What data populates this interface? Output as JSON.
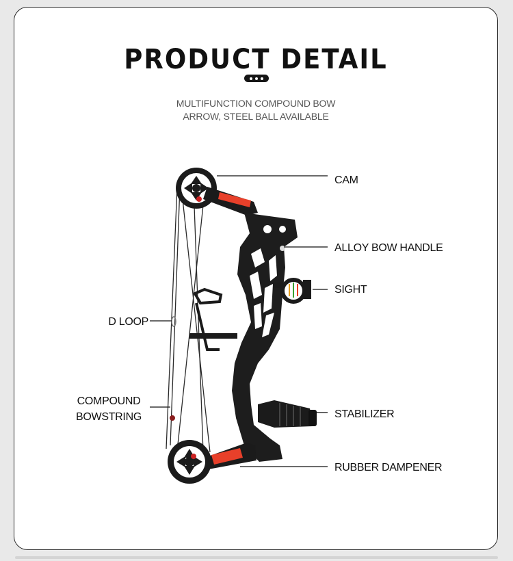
{
  "header": {
    "title": "PRODUCT DETAIL",
    "subtitle_line1": "MULTIFUNCTION COMPOUND BOW",
    "subtitle_line2": "ARROW, STEEL BALL AVAILABLE"
  },
  "callouts": {
    "cam": "CAM",
    "handle": "ALLOY BOW HANDLE",
    "sight": "SIGHT",
    "stabilizer": "STABILIZER",
    "dampener": "RUBBER DAMPENER",
    "dloop": "D LOOP",
    "bowstring_line1": "COMPOUND",
    "bowstring_line2": "BOWSTRING"
  },
  "colors": {
    "bow_body": "#1b1b1b",
    "accent_red": "#e8402a",
    "leader_line": "#111111"
  },
  "icons": [
    "compound-bow-illustration"
  ]
}
